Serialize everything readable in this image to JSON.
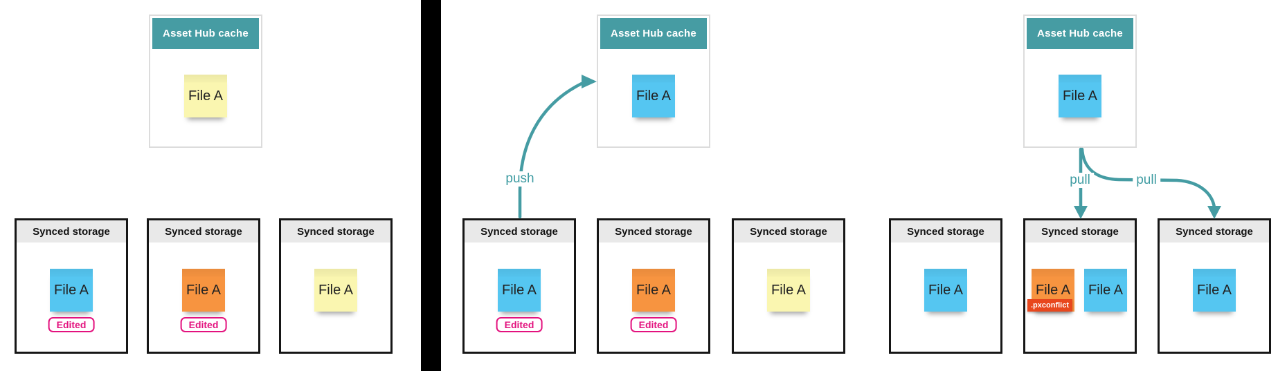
{
  "colors": {
    "teal_header": "#469CA3",
    "arrow_teal": "#459CA3",
    "sticky_blue": "#55C6F1",
    "sticky_orange": "#F79440",
    "sticky_yellow": "#FAF6B0",
    "badge_pink": "#E3127E",
    "conflict_red": "#E8471D",
    "storage_header_gray": "#E9E9E9",
    "storage_border": "#161616",
    "divider_black": "#000000"
  },
  "panels": [
    {
      "name": "local-edits",
      "cache": {
        "title": "Asset Hub cache",
        "files": [
          {
            "label": "File A",
            "color": "yellow"
          }
        ]
      },
      "storages": [
        {
          "title": "Synced storage",
          "files": [
            {
              "label": "File A",
              "color": "blue"
            }
          ],
          "badge": "Edited"
        },
        {
          "title": "Synced storage",
          "files": [
            {
              "label": "File A",
              "color": "orange"
            }
          ],
          "badge": "Edited"
        },
        {
          "title": "Synced storage",
          "files": [
            {
              "label": "File A",
              "color": "yellow"
            }
          ]
        }
      ]
    },
    {
      "name": "push",
      "arrows": [
        {
          "label": "push"
        }
      ],
      "cache": {
        "title": "Asset Hub cache",
        "files": [
          {
            "label": "File A",
            "color": "blue"
          }
        ]
      },
      "storages": [
        {
          "title": "Synced storage",
          "files": [
            {
              "label": "File A",
              "color": "blue"
            }
          ],
          "badge": "Edited"
        },
        {
          "title": "Synced storage",
          "files": [
            {
              "label": "File A",
              "color": "orange"
            }
          ],
          "badge": "Edited"
        },
        {
          "title": "Synced storage",
          "files": [
            {
              "label": "File A",
              "color": "yellow"
            }
          ]
        }
      ]
    },
    {
      "name": "pull",
      "arrows": [
        {
          "label": "pull"
        },
        {
          "label": "pull"
        }
      ],
      "cache": {
        "title": "Asset Hub cache",
        "files": [
          {
            "label": "File A",
            "color": "blue"
          }
        ]
      },
      "storages": [
        {
          "title": "Synced storage",
          "files": [
            {
              "label": "File A",
              "color": "blue"
            }
          ]
        },
        {
          "title": "Synced storage",
          "files": [
            {
              "label": "File A",
              "color": "orange",
              "tag": ".pxconflict"
            },
            {
              "label": "File A",
              "color": "blue"
            }
          ]
        },
        {
          "title": "Synced storage",
          "files": [
            {
              "label": "File A",
              "color": "blue"
            }
          ]
        }
      ]
    }
  ]
}
